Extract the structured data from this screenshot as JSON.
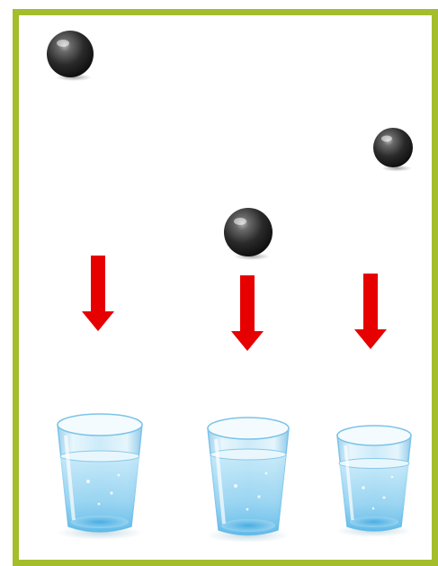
{
  "scene": {
    "frame_color": "#a4bd2b",
    "arrow_color": "#e60000",
    "ball_icon": "black-ball-icon",
    "arrow_icon": "down-arrow-icon",
    "glass_icon": "water-glass-icon",
    "balls_count": 3,
    "arrows_count": 3,
    "glasses_count": 3
  }
}
